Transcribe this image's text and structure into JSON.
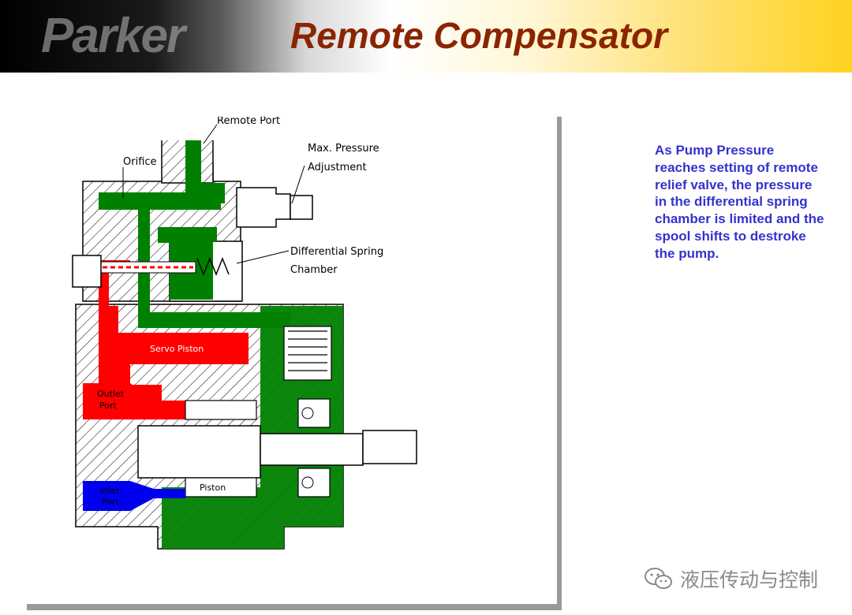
{
  "header": {
    "logo_text": "Parker",
    "title": "Remote Compensator"
  },
  "diagram": {
    "labels": {
      "remote_port": "Remote Port",
      "orifice": "Orifice",
      "max_pressure_1": "Max. Pressure",
      "max_pressure_2": "Adjustment",
      "diff_spring_1": "Differential Spring",
      "diff_spring_2": "Chamber",
      "servo_piston": "Servo Piston",
      "outlet_1": "Outlet",
      "outlet_2": "Port",
      "inlet_1": "Inlet",
      "inlet_2": "Port",
      "piston": "Piston"
    },
    "colors": {
      "pressure": "#ff0000",
      "pilot": "#008000",
      "inlet": "#0000ee",
      "title": "#8b2500",
      "text": "#3333cc"
    }
  },
  "description": "As  Pump Pressure reaches   setting of remote relief valve, the pressure in the differential spring chamber is limited and the spool shifts to destroke the pump.",
  "watermark": {
    "icon": "wechat-icon",
    "text": "液压传动与控制"
  }
}
